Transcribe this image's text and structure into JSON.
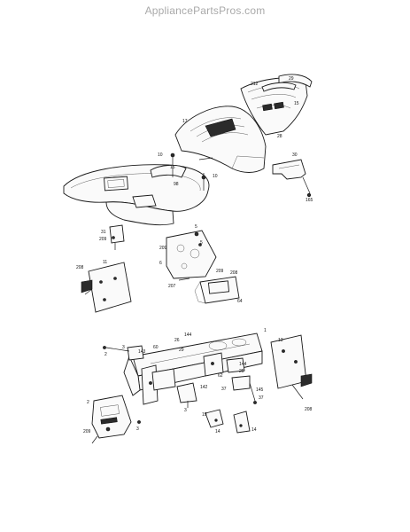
{
  "watermark": "AppliancePartsPros.com",
  "labels": [
    {
      "id": "29",
      "text": "29"
    },
    {
      "id": "212",
      "text": "212"
    },
    {
      "id": "15a",
      "text": "15"
    },
    {
      "id": "28",
      "text": "28"
    },
    {
      "id": "17",
      "text": "17"
    },
    {
      "id": "10a",
      "text": "10"
    },
    {
      "id": "15b",
      "text": "15"
    },
    {
      "id": "10b",
      "text": "10"
    },
    {
      "id": "98",
      "text": "98"
    },
    {
      "id": "30",
      "text": "30"
    },
    {
      "id": "165",
      "text": "165"
    },
    {
      "id": "31",
      "text": "31"
    },
    {
      "id": "209a",
      "text": "209"
    },
    {
      "id": "5a",
      "text": "5"
    },
    {
      "id": "5b",
      "text": "5"
    },
    {
      "id": "209b",
      "text": "209"
    },
    {
      "id": "6",
      "text": "6"
    },
    {
      "id": "208a",
      "text": "208"
    },
    {
      "id": "11",
      "text": "11"
    },
    {
      "id": "209c",
      "text": "209"
    },
    {
      "id": "208b",
      "text": "208"
    },
    {
      "id": "207",
      "text": "207"
    },
    {
      "id": "64",
      "text": "64"
    },
    {
      "id": "144a",
      "text": "144"
    },
    {
      "id": "26",
      "text": "26"
    },
    {
      "id": "1",
      "text": "1"
    },
    {
      "id": "13",
      "text": "13"
    },
    {
      "id": "3a",
      "text": "3"
    },
    {
      "id": "2a",
      "text": "2"
    },
    {
      "id": "60",
      "text": "60"
    },
    {
      "id": "143",
      "text": "143"
    },
    {
      "id": "29b",
      "text": "29"
    },
    {
      "id": "144b",
      "text": "144"
    },
    {
      "id": "25",
      "text": "25"
    },
    {
      "id": "62",
      "text": "62"
    },
    {
      "id": "37a",
      "text": "37"
    },
    {
      "id": "142",
      "text": "142"
    },
    {
      "id": "145",
      "text": "145"
    },
    {
      "id": "37b",
      "text": "37"
    },
    {
      "id": "208c",
      "text": "208"
    },
    {
      "id": "2b",
      "text": "2"
    },
    {
      "id": "3b",
      "text": "3"
    },
    {
      "id": "19",
      "text": "19"
    },
    {
      "id": "14a",
      "text": "14"
    },
    {
      "id": "14b",
      "text": "14"
    },
    {
      "id": "209d",
      "text": "209"
    },
    {
      "id": "3c",
      "text": "3"
    }
  ]
}
